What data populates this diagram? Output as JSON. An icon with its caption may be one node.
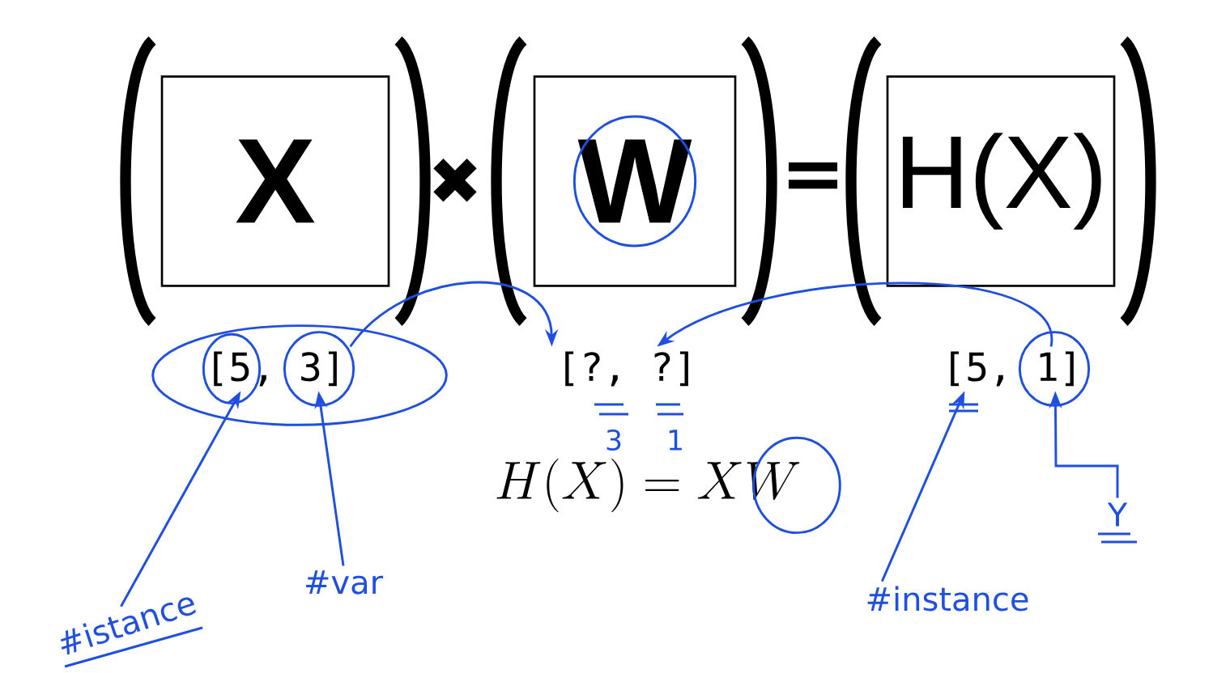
{
  "diagram": {
    "nodes": [
      {
        "text": [
          "X"
        ]
      },
      {
        "text": [
          "W"
        ]
      },
      {
        "text": [
          "H(X)"
        ]
      },
      {
        "text": [
          "[5, 3]"
        ]
      },
      {
        "text": [
          "[?, ?]"
        ]
      },
      {
        "text": [
          "[5, 1]"
        ]
      },
      {
        "text": [
          "#istance"
        ]
      },
      {
        "text": [
          "#var"
        ]
      },
      {
        "text": [
          "#instance"
        ]
      },
      {
        "text": [
          "Y"
        ]
      }
    ],
    "edges": [
      {
        "from": 3,
        "to": 4,
        "arrow": "to"
      },
      {
        "from": 5,
        "to": 4,
        "arrow": "to"
      },
      {
        "from": 6,
        "to": 3,
        "arrow": "to"
      },
      {
        "from": 7,
        "to": 3,
        "arrow": "to"
      },
      {
        "from": 8,
        "to": 5,
        "arrow": "to"
      },
      {
        "from": 9,
        "to": 5,
        "arrow": "to"
      }
    ],
    "labels": [
      "✖",
      "=",
      "3",
      "1",
      "H(X) = XW"
    ]
  }
}
